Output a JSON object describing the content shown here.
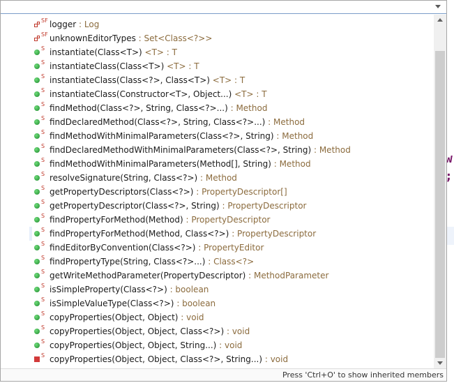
{
  "filter": {
    "value": "",
    "placeholder": ""
  },
  "status": {
    "hint": "Press 'Ctrl+O' to show inherited members"
  },
  "background": {
    "code_line1": "w",
    "code_line2": ";"
  },
  "colors": {
    "method_public": "#1f8a2e",
    "method_private": "#d23a3a",
    "type_text": "#8b6b3d",
    "selection": "#e6eefb"
  },
  "items": [
    {
      "icon": "static-final-field-icon",
      "sup": "SF",
      "name": "logger",
      "sep": " : ",
      "type": "Log",
      "selected": false
    },
    {
      "icon": "static-final-field-icon",
      "sup": "SF",
      "name": "unknownEditorTypes",
      "sep": " : ",
      "type": "Set<Class<?>>",
      "selected": false
    },
    {
      "icon": "public-static-method-icon",
      "sup": "S",
      "name": "instantiate(Class<T>)",
      "sep": " ",
      "type": "<T> : T",
      "selected": false
    },
    {
      "icon": "public-static-method-icon",
      "sup": "S",
      "name": "instantiateClass(Class<T>)",
      "sep": " ",
      "type": "<T> : T",
      "selected": false
    },
    {
      "icon": "public-static-method-icon",
      "sup": "S",
      "name": "instantiateClass(Class<?>, Class<T>)",
      "sep": " ",
      "type": "<T> : T",
      "selected": false
    },
    {
      "icon": "public-static-method-icon",
      "sup": "S",
      "name": "instantiateClass(Constructor<T>, Object...)",
      "sep": " ",
      "type": "<T> : T",
      "selected": false
    },
    {
      "icon": "public-static-method-icon",
      "sup": "S",
      "name": "findMethod(Class<?>, String, Class<?>...)",
      "sep": " : ",
      "type": "Method",
      "selected": false
    },
    {
      "icon": "public-static-method-icon",
      "sup": "S",
      "name": "findDeclaredMethod(Class<?>, String, Class<?>...)",
      "sep": " : ",
      "type": "Method",
      "selected": false
    },
    {
      "icon": "public-static-method-icon",
      "sup": "S",
      "name": "findMethodWithMinimalParameters(Class<?>, String)",
      "sep": " : ",
      "type": "Method",
      "selected": false
    },
    {
      "icon": "public-static-method-icon",
      "sup": "S",
      "name": "findDeclaredMethodWithMinimalParameters(Class<?>, String)",
      "sep": " : ",
      "type": "Method",
      "selected": false
    },
    {
      "icon": "public-static-method-icon",
      "sup": "S",
      "name": "findMethodWithMinimalParameters(Method[], String)",
      "sep": " : ",
      "type": "Method",
      "selected": false
    },
    {
      "icon": "public-static-method-icon",
      "sup": "S",
      "name": "resolveSignature(String, Class<?>)",
      "sep": " : ",
      "type": "Method",
      "selected": false
    },
    {
      "icon": "public-static-method-icon",
      "sup": "S",
      "name": "getPropertyDescriptors(Class<?>)",
      "sep": " : ",
      "type": "PropertyDescriptor[]",
      "selected": false
    },
    {
      "icon": "public-static-method-icon",
      "sup": "S",
      "name": "getPropertyDescriptor(Class<?>, String)",
      "sep": " : ",
      "type": "PropertyDescriptor",
      "selected": false
    },
    {
      "icon": "public-static-method-icon",
      "sup": "S",
      "name": "findPropertyForMethod(Method)",
      "sep": " : ",
      "type": "PropertyDescriptor",
      "selected": false
    },
    {
      "icon": "public-static-method-icon",
      "sup": "S",
      "name": "findPropertyForMethod(Method, Class<?>)",
      "sep": " : ",
      "type": "PropertyDescriptor",
      "selected": true
    },
    {
      "icon": "public-static-method-icon",
      "sup": "S",
      "name": "findEditorByConvention(Class<?>)",
      "sep": " : ",
      "type": "PropertyEditor",
      "selected": false
    },
    {
      "icon": "public-static-method-icon",
      "sup": "S",
      "name": "findPropertyType(String, Class<?>...)",
      "sep": " : ",
      "type": "Class<?>",
      "selected": false
    },
    {
      "icon": "public-static-method-icon",
      "sup": "S",
      "name": "getWriteMethodParameter(PropertyDescriptor)",
      "sep": " : ",
      "type": "MethodParameter",
      "selected": false
    },
    {
      "icon": "public-static-method-icon",
      "sup": "S",
      "name": "isSimpleProperty(Class<?>)",
      "sep": " : ",
      "type": "boolean",
      "selected": false
    },
    {
      "icon": "public-static-method-icon",
      "sup": "S",
      "name": "isSimpleValueType(Class<?>)",
      "sep": " : ",
      "type": "boolean",
      "selected": false
    },
    {
      "icon": "public-static-method-icon",
      "sup": "S",
      "name": "copyProperties(Object, Object)",
      "sep": " : ",
      "type": "void",
      "selected": false
    },
    {
      "icon": "public-static-method-icon",
      "sup": "S",
      "name": "copyProperties(Object, Object, Class<?>)",
      "sep": " : ",
      "type": "void",
      "selected": false
    },
    {
      "icon": "public-static-method-icon",
      "sup": "S",
      "name": "copyProperties(Object, Object, String...)",
      "sep": " : ",
      "type": "void",
      "selected": false
    },
    {
      "icon": "private-static-method-icon",
      "sup": "S",
      "name": "copyProperties(Object, Object, Class<?>, String...)",
      "sep": " : ",
      "type": "void",
      "selected": false
    }
  ]
}
